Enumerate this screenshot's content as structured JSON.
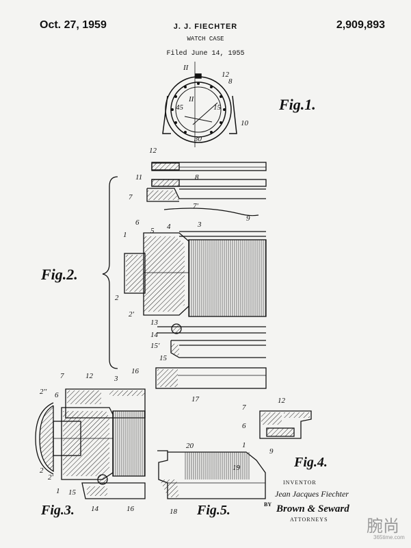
{
  "header": {
    "date": "Oct. 27, 1959",
    "inventor": "J. J. FIECHTER",
    "patent_number": "2,909,893",
    "subject": "WATCH CASE",
    "filed": "Filed June 14, 1955"
  },
  "figures": {
    "fig1": "Fig.1.",
    "fig2": "Fig.2.",
    "fig3": "Fig.3.",
    "fig4": "Fig.4.",
    "fig5": "Fig.5."
  },
  "section_marker": "II",
  "reference_numerals": {
    "fig1": [
      "12",
      "8",
      "II",
      "10"
    ],
    "fig2": [
      "12",
      "11",
      "8",
      "7",
      "7'",
      "9",
      "6",
      "5",
      "4",
      "3",
      "1",
      "2",
      "2'",
      "13",
      "14",
      "15'",
      "15",
      "16",
      "17"
    ],
    "fig3": [
      "7",
      "12",
      "3",
      "2''",
      "6",
      "2",
      "2'",
      "1",
      "15",
      "14",
      "16"
    ],
    "fig4": [
      "12",
      "7",
      "6",
      "1",
      "9"
    ],
    "fig5": [
      "20",
      "19",
      "18"
    ]
  },
  "dial_numerals": [
    "15",
    "30",
    "45"
  ],
  "signature_block": {
    "inventor_label": "INVENTOR",
    "inventor_signature": "Jean Jacques Fiechter",
    "by_label": "BY",
    "attorney_signature": "Brown & Seward",
    "attorneys_label": "ATTORNEYS"
  },
  "watermark": {
    "chinese": "腕尚",
    "url": "365time.com"
  }
}
